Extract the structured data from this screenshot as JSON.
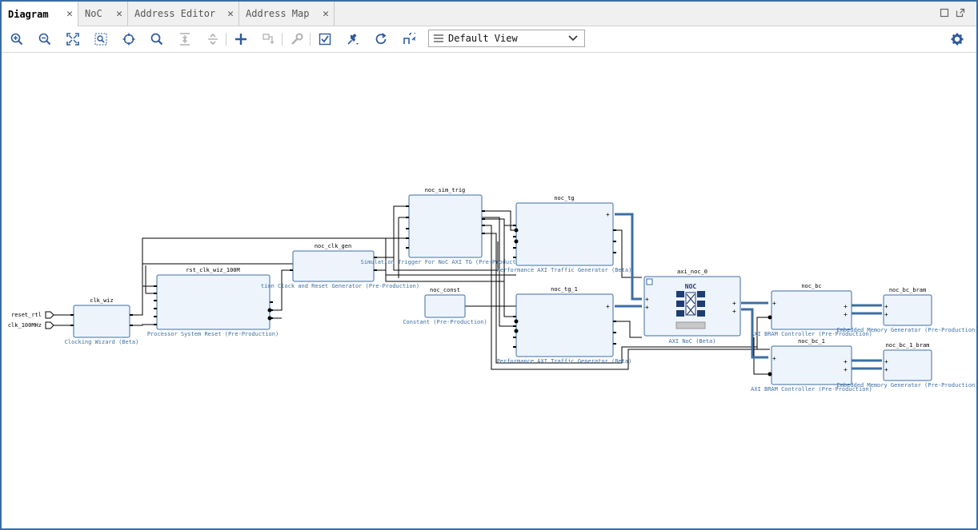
{
  "tabs": [
    {
      "label": "Diagram",
      "active": true
    },
    {
      "label": "NoC",
      "active": false
    },
    {
      "label": "Address Editor",
      "active": false
    },
    {
      "label": "Address Map",
      "active": false
    }
  ],
  "toolbar": {
    "buttons": [
      "zoom-in-icon",
      "zoom-out-icon",
      "zoom-fit-icon",
      "zoom-area-icon",
      "center-icon",
      "search-icon",
      "collapse-icon",
      "expand-icon",
      "add-ip-icon",
      "make-connection-icon",
      "customize-icon",
      "validate-icon",
      "pin-icon",
      "regenerate-icon",
      "optimize-routing-icon",
      "settings-icon"
    ],
    "view_select": "Default View"
  },
  "diagram": {
    "ports": {
      "reset": "reset_rtl",
      "clk": "clk_100MHz"
    },
    "blocks": [
      {
        "id": "clk_wiz",
        "name": "clk_wiz",
        "desc": "Clocking Wizard (Beta)"
      },
      {
        "id": "rst",
        "name": "rst_clk_wiz_100M",
        "desc": "Processor System Reset (Pre-Production)"
      },
      {
        "id": "noc_clk_gen",
        "name": "noc_clk_gen",
        "desc": "tion Clock and Reset Generator (Pre-Production)"
      },
      {
        "id": "noc_sim_trig",
        "name": "noc_sim_trig",
        "desc": "Simulation Trigger For NoC AXI TG (Pre-Production)"
      },
      {
        "id": "noc_const",
        "name": "noc_const",
        "desc": "Constant (Pre-Production)"
      },
      {
        "id": "noc_tg",
        "name": "noc_tg",
        "desc": "Performance AXI Traffic Generator (Beta)"
      },
      {
        "id": "noc_tg_1",
        "name": "noc_tg_1",
        "desc": "Performance AXI Traffic Generator (Beta)"
      },
      {
        "id": "axi_noc_0",
        "name": "axi_noc_0",
        "desc": "AXI NoC (Beta)",
        "inner_label": "NOC"
      },
      {
        "id": "noc_bc",
        "name": "noc_bc",
        "desc": "AXI BRAM Controller (Pre-Production)"
      },
      {
        "id": "noc_bc_1",
        "name": "noc_bc_1",
        "desc": "AXI BRAM Controller (Pre-Production)"
      },
      {
        "id": "noc_bc_bram",
        "name": "noc_bc_bram",
        "desc": "Embedded Memory Generator (Pre-Production)"
      },
      {
        "id": "noc_bc_1_bram",
        "name": "noc_bc_1_bram",
        "desc": "Embedded Memory Generator (Pre-Production)"
      }
    ]
  },
  "colors": {
    "block_fill": "#eef4fc",
    "block_stroke": "#3c6ea5",
    "wire": "#000000",
    "bus": "#3c6ea5",
    "label": "#3c6ea5",
    "noc_fill": "#1f3d73"
  }
}
